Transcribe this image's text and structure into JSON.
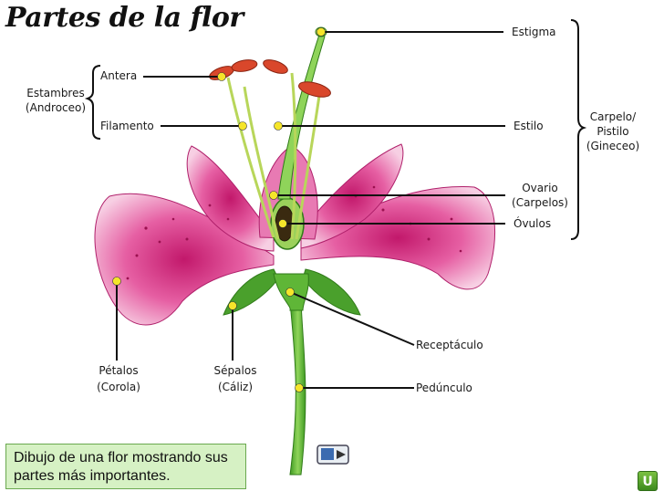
{
  "title": "Partes de la flor",
  "labels": {
    "estambres": "Estambres",
    "androceo": "(Androceo)",
    "antera": "Antera",
    "filamento": "Filamento",
    "estigma": "Estigma",
    "estilo": "Estilo",
    "ovario": "Ovario",
    "carpelos": "(Carpelos)",
    "ovulos": "Óvulos",
    "carpelo_pistilo": "Carpelo/",
    "pistilo": "Pistilo",
    "gineceo": "(Gineceo)",
    "receptaculo": "Receptáculo",
    "pedunculo": "Pedúnculo",
    "petalos": "Pétalos",
    "corola": "(Corola)",
    "sepalos": "Sépalos",
    "caliz": "(Cáliz)"
  },
  "caption": {
    "line1": "Dibujo de una flor mostrando sus",
    "line2": "partes más importantes."
  },
  "nav_button": "U",
  "colors": {
    "petal": "#e0529a",
    "petal_light": "#f6c6de",
    "leaf": "#4aa02c",
    "stem": "#6cbf3a",
    "anther": "#d9472b",
    "pointer": "#111111",
    "dot": "#f5e52a",
    "caption_bg": "#d6f1c4"
  }
}
